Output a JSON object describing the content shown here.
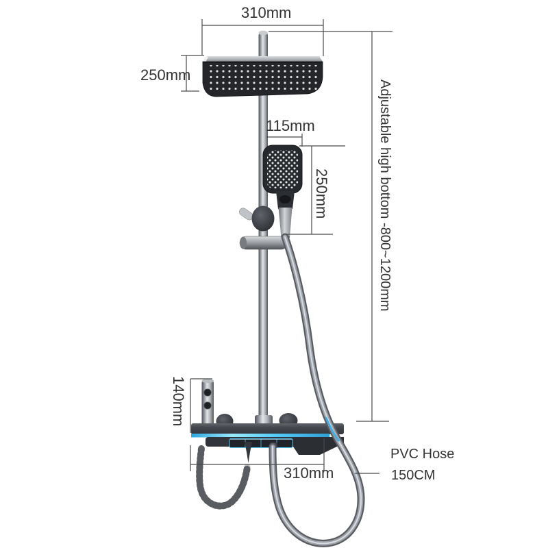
{
  "diagram": {
    "type": "product-dimension-diagram",
    "subject": "thermostatic shower system with rain head, hand shower, bidet sprayer and display shelf"
  },
  "labels": {
    "head_width": "310mm",
    "head_depth": "250mm",
    "hand_shower_width": "115mm",
    "hand_shower_height": "250mm",
    "adjustable_height": "Adjustable high bottom -800~1200mm",
    "sprayer_height": "140mm",
    "valve_width": "310mm",
    "hose_label_line1": "PVC Hose",
    "hose_label_line2": "150CM"
  },
  "colors": {
    "dimension_line": "#4a4a4a",
    "text": "#333333",
    "led_accent": "#54c6f2",
    "product_dark": "#2b2e33",
    "background": "#ffffff"
  }
}
